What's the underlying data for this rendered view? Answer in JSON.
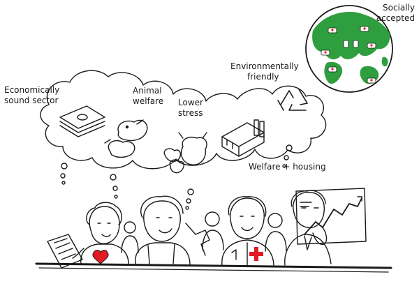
{
  "labels": {
    "economic": {
      "line1": "Economically",
      "line2": "sound sector"
    },
    "welfare": {
      "line1": "Animal",
      "line2": "welfare"
    },
    "stress": {
      "line1": "Lower",
      "line2": "stress"
    },
    "environment": {
      "line1": "Environmentally",
      "line2": "friendly"
    },
    "housing": {
      "line1": "Welfare + housing"
    },
    "social": {
      "line1": "Socially",
      "line2": "accepted"
    }
  },
  "colors": {
    "ink": "#1a1a1a",
    "globe_land": "#2f9e3f",
    "globe_water": "#ffffff",
    "heart": "#e31b23",
    "cross": "#e31b23"
  },
  "icons": [
    "money-stack-icon",
    "piglets-icon",
    "pigs-icon",
    "barn-icon",
    "recycle-icon",
    "globe-icon",
    "chart-board-icon",
    "heart-icon",
    "cross-icon"
  ]
}
